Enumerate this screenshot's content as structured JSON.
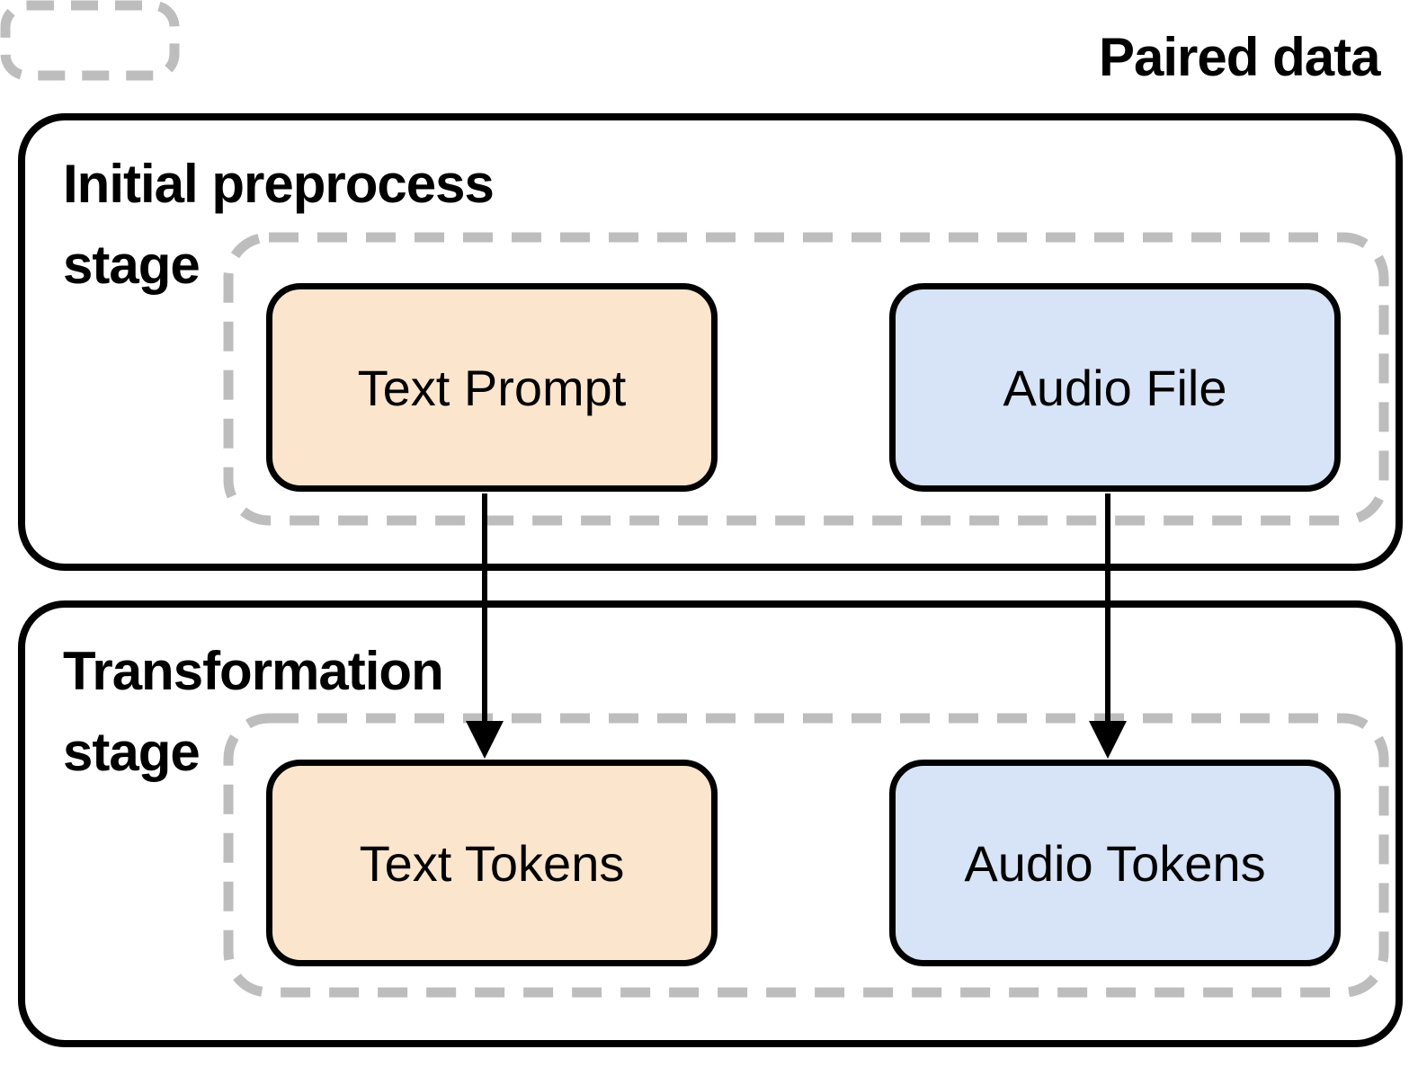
{
  "legend": {
    "label": "Paired data",
    "swatch": "dashed-rounded-rect"
  },
  "colors": {
    "text_fill": "#FCE5CD",
    "audio_fill": "#D7E3F6",
    "paired_outline": "#BDBDBD",
    "stage_outline": "#000000",
    "arrow": "#000000"
  },
  "stages": [
    {
      "title": "Initial preprocess stage",
      "paired_group": true,
      "nodes": [
        {
          "label": "Text Prompt",
          "modality": "text"
        },
        {
          "label": "Audio File",
          "modality": "audio"
        }
      ]
    },
    {
      "title": "Transformation stage",
      "paired_group": true,
      "nodes": [
        {
          "label": "Text Tokens",
          "modality": "text"
        },
        {
          "label": "Audio Tokens",
          "modality": "audio"
        }
      ]
    }
  ],
  "edges": [
    {
      "from": "Text Prompt",
      "to": "Text Tokens"
    },
    {
      "from": "Audio File",
      "to": "Audio Tokens"
    }
  ]
}
